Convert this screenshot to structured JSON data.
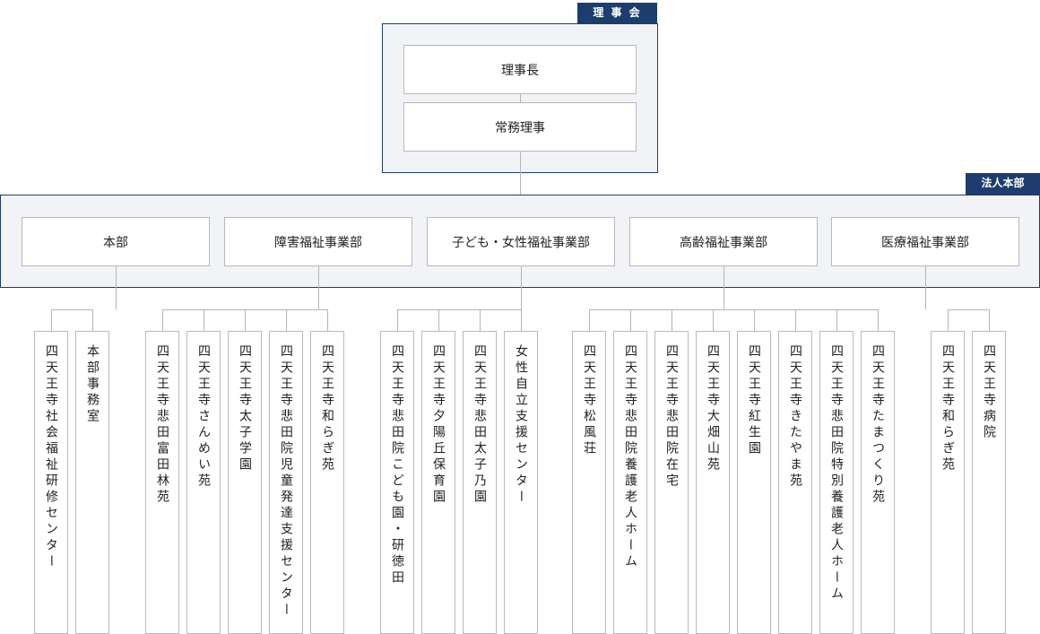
{
  "board": {
    "tag": "理 事 会",
    "chairman": "理事長",
    "director": "常務理事"
  },
  "hq": {
    "tag": "法人本部",
    "divisions": [
      "本部",
      "障害福祉事業部",
      "子ども・女性福祉事業部",
      "高齢福祉事業部",
      "医療福祉事業部"
    ]
  },
  "facilities": [
    [
      "四天王寺社会福祉研修センター",
      "本部事務室"
    ],
    [
      "四天王寺悲田富田林苑",
      "四天王寺さんめい苑",
      "四天王寺太子学園",
      "四天王寺悲田院児童発達支援センター",
      "四天王寺和らぎ苑"
    ],
    [
      "四天王寺悲田院こども園・研徳田",
      "四天王寺夕陽丘保育園",
      "四天王寺悲田太子乃園",
      "女性自立支援センター"
    ],
    [
      "四天王寺松風荘",
      "四天王寺悲田院養護老人ホーム",
      "四天王寺悲田院在宅",
      "四天王寺大畑山苑",
      "四天王寺紅生園",
      "四天王寺きたやま苑",
      "四天王寺悲田院特別養護老人ホーム",
      "四天王寺たまつくり苑"
    ],
    [
      "四天王寺和らぎ苑",
      "四天王寺病院"
    ]
  ]
}
